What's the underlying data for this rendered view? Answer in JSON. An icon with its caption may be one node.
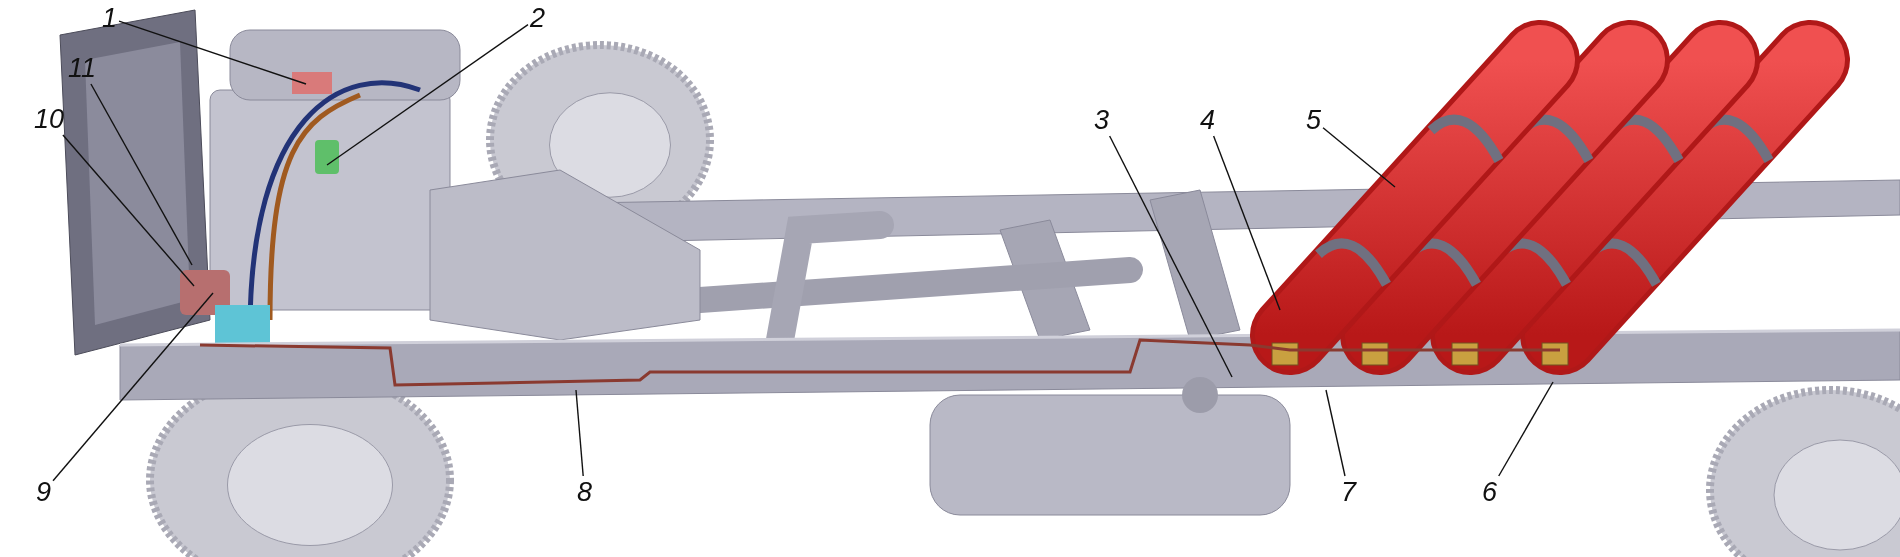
{
  "diagram": {
    "nodes": [
      {
        "text": [
          "1"
        ]
      },
      {
        "text": [
          "2"
        ]
      },
      {
        "text": [
          "3"
        ]
      },
      {
        "text": [
          "4"
        ]
      },
      {
        "text": [
          "5"
        ]
      },
      {
        "text": [
          "6"
        ]
      },
      {
        "text": [
          "7"
        ]
      },
      {
        "text": [
          "8"
        ]
      },
      {
        "text": [
          "9"
        ]
      },
      {
        "text": [
          "10"
        ]
      },
      {
        "text": [
          "11"
        ]
      }
    ],
    "edges": [
      {
        "from": 0,
        "to": null,
        "arrow": "none"
      },
      {
        "from": 1,
        "to": null,
        "arrow": "none"
      },
      {
        "from": 2,
        "to": null,
        "arrow": "none"
      },
      {
        "from": 3,
        "to": null,
        "arrow": "none"
      },
      {
        "from": 4,
        "to": null,
        "arrow": "none"
      },
      {
        "from": 5,
        "to": null,
        "arrow": "none"
      },
      {
        "from": 6,
        "to": null,
        "arrow": "none"
      },
      {
        "from": 7,
        "to": null,
        "arrow": "none"
      },
      {
        "from": 8,
        "to": null,
        "arrow": "none"
      },
      {
        "from": 9,
        "to": null,
        "arrow": "none"
      },
      {
        "from": 10,
        "to": null,
        "arrow": "none"
      }
    ]
  }
}
